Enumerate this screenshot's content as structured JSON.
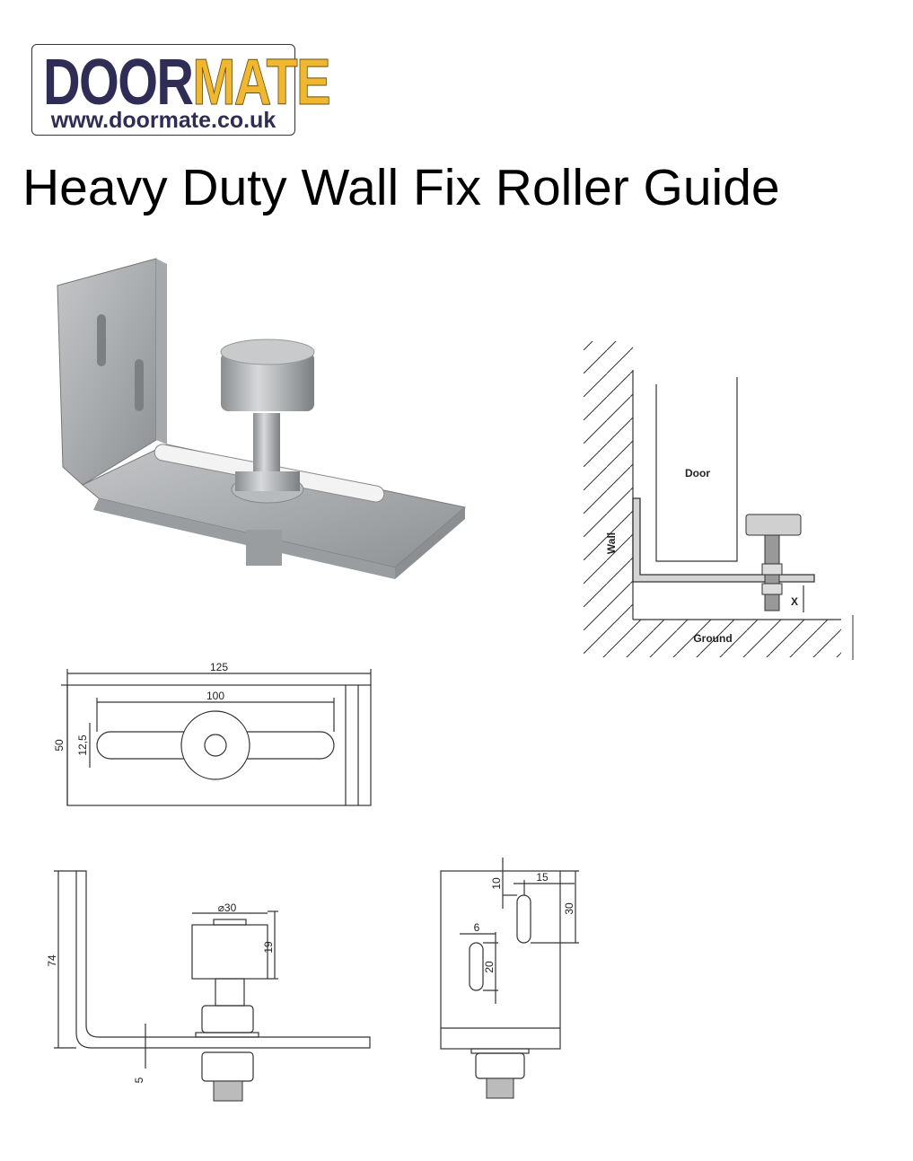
{
  "logo": {
    "word_dark": "DOOR",
    "word_light": "MATE",
    "url": "www.doormate.co.uk"
  },
  "title": "Heavy Duty Wall Fix Roller Guide",
  "installation": {
    "door": "Door",
    "wall": "Wall",
    "ground": "Ground",
    "gap": "X"
  },
  "top_view": {
    "overall_length": "125",
    "slot_length": "100",
    "width": "50",
    "slot_width": "12,5"
  },
  "side_view": {
    "height": "74",
    "roller_diameter": "⌀30",
    "roller_height": "19",
    "thickness": "5"
  },
  "end_view": {
    "top_offset": "10",
    "slot_offset": "15",
    "slot_span": "30",
    "slot_width": "6",
    "slot_length": "20"
  },
  "colors": {
    "brand_dark": "#2f2d55",
    "brand_gold": "#f0b730"
  }
}
